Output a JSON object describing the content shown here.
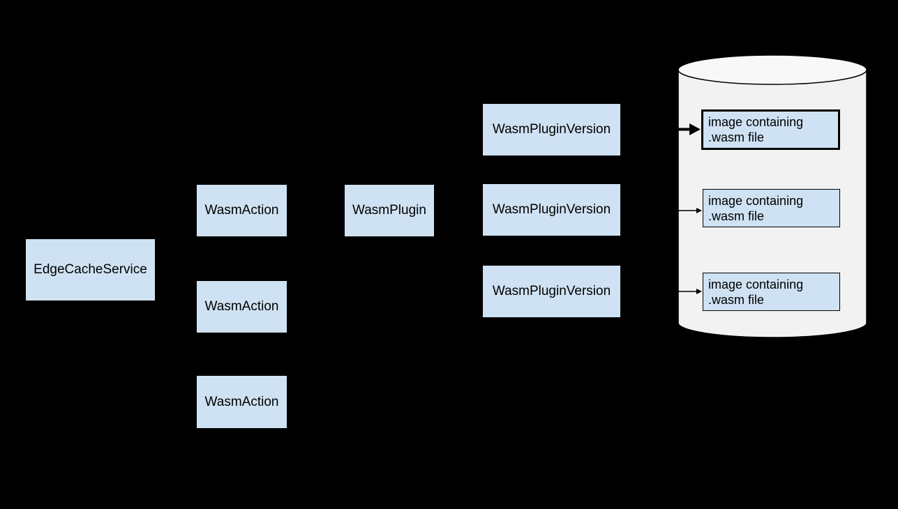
{
  "diagram": {
    "background_color": "#000000",
    "node_fill_color": "#cfe2f3",
    "node_text_color": "#000000",
    "cylinder_body_fill": "#f2f2f2",
    "cylinder_top_fill": "#f8f8f8",
    "cylinder_stroke": "#000000",
    "arrow_color": "#000000",
    "nodes": {
      "edge_cache_service": "EdgeCacheService",
      "wasm_actions": [
        "WasmAction",
        "WasmAction",
        "WasmAction"
      ],
      "wasm_plugin": "WasmPlugin",
      "wasm_plugin_versions": [
        "WasmPluginVersion",
        "WasmPluginVersion",
        "WasmPluginVersion"
      ],
      "registry_images": [
        "image containing\n.wasm file",
        "image containing\n.wasm file",
        "image containing\n.wasm file"
      ]
    }
  }
}
